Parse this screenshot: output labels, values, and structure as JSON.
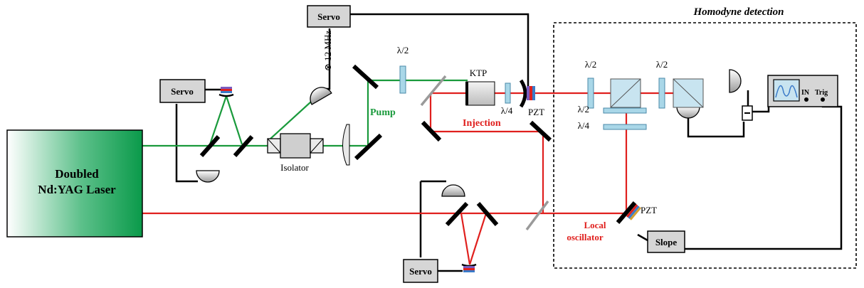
{
  "colors": {
    "green_beam": "#1a9a3c",
    "red_beam": "#e0201e",
    "optic_blue": "#a9d7e8",
    "box_gray": "#d6d6d6",
    "laser_green": "#0a9a4a"
  },
  "labels": {
    "laser_line1": "Doubled",
    "laser_line2": "Nd:YAG Laser",
    "servo": "Servo",
    "isolator": "Isolator",
    "freq": "⊗ 12 MHz",
    "half_wave": "λ/2",
    "quarter_wave": "λ/4",
    "ktp": "KTP",
    "pzt": "PZT",
    "pump": "Pump",
    "injection": "Injection",
    "local_osc_1": "Local",
    "local_osc_2": "oscillator",
    "homodyne": "Homodyne detection",
    "slope": "Slope",
    "scope_in": "IN",
    "scope_trig": "Trig"
  }
}
